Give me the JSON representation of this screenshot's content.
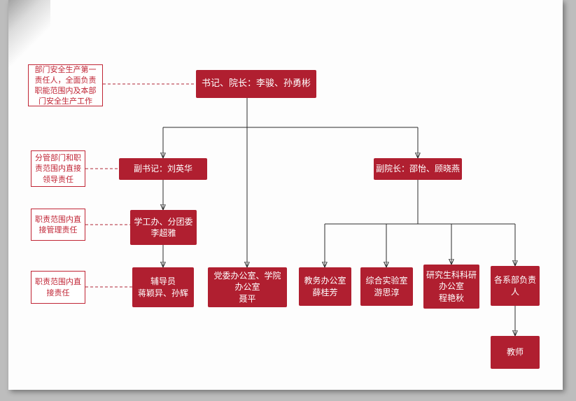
{
  "colors": {
    "node_bg": "#b01f30",
    "node_text": "#ffffff",
    "annotation_red": "#c02535",
    "line": "#2a2a2a",
    "page_bg": "#fdfdfd",
    "backdrop": "#bdbdbd"
  },
  "annotations": [
    {
      "label": "部门安全生产第一\n责任人，全面负责\n职能范围内及本部\n门安全生产工作"
    },
    {
      "label": "分管部门和职\n责范围内直接\n领导责任"
    },
    {
      "label": "职责范围内直\n接管理责任"
    },
    {
      "label": "职责范围内直\n接责任"
    }
  ],
  "nodes": {
    "top": {
      "label": "书记、院长：李骏、孙勇彬"
    },
    "deputy_secretary": {
      "label": "副书记：刘英华"
    },
    "deputy_dean": {
      "label": "副院长：邵怡、顾晓燕"
    },
    "student_affairs": {
      "label": "学工办、分团委\n李超雅"
    },
    "counselors": {
      "label": "辅导员\n蒋颖异、孙辉"
    },
    "party_office": {
      "label": "党委办公室、学院\n办公室\n聂平"
    },
    "academic_office": {
      "label": "教务办公室\n薛桂芳"
    },
    "lab": {
      "label": "综合实验室\n游思淳"
    },
    "graduate_office": {
      "label": "研究生科科研\n办公室\n程艳秋"
    },
    "department_heads": {
      "label": "各系部负责\n人"
    },
    "teachers": {
      "label": "教师"
    }
  }
}
